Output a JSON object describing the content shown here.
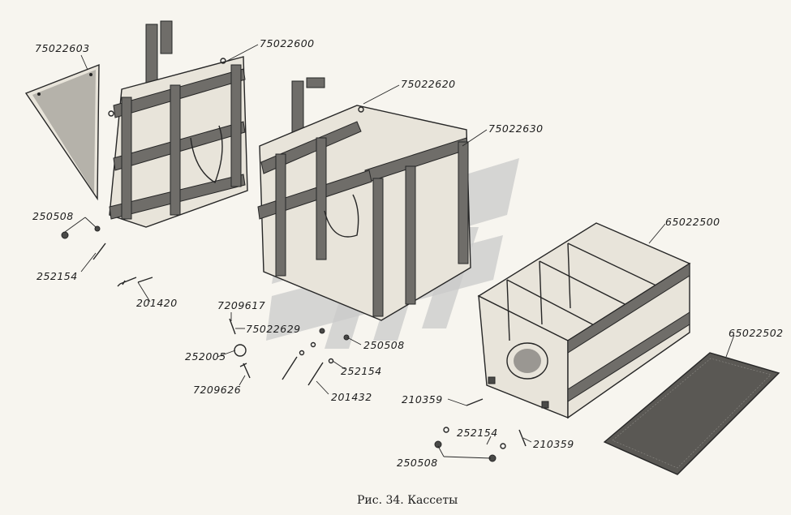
{
  "caption": "Рис. 34. Кассеты",
  "part_numbers": {
    "p75022603": "75022603",
    "p75022600": "75022600",
    "p75022620": "75022620",
    "p75022630": "75022630",
    "p65022500": "65022500",
    "p65022502": "65022502",
    "p250508_a": "250508",
    "p252154_a": "252154",
    "p201420": "201420",
    "p7209617": "7209617",
    "p75022629": "75022629",
    "p252005": "252005",
    "p7209626": "7209626",
    "p250508_b": "250508",
    "p252154_b": "252154",
    "p201432": "201432",
    "p210359_a": "210359",
    "p252154_c": "252154",
    "p210359_b": "210359",
    "p250508_c": "250508"
  }
}
